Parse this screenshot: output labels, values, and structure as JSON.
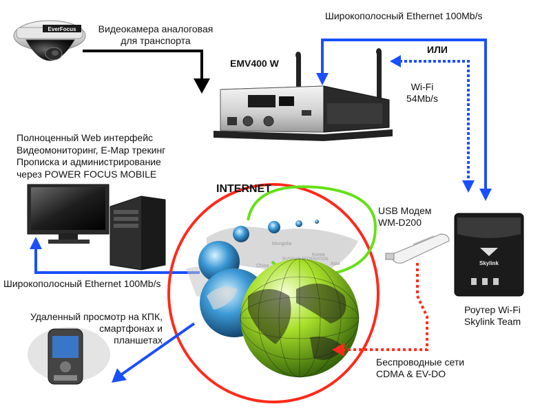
{
  "camera": {
    "brand": "EverFocus",
    "label_lines": [
      "Видеокамера аналоговая",
      "для транспорта"
    ]
  },
  "dvr": {
    "model": "EMV400 W"
  },
  "links": {
    "ethernet_top": "Широкополосный Ethernet 100Mb/s",
    "or_label": "ИЛИ",
    "wifi_lines": [
      "Wi-Fi",
      "54Mb/s"
    ],
    "ethernet_bottom": "Широкополосный Ethernet 100Mb/s"
  },
  "pc": {
    "label_lines": [
      "Полноценный Web интерфейс",
      "Видеомониторинг, E-Map  трекинг",
      "Прописка и администрирование",
      "через POWER FOCUS MOBILE"
    ]
  },
  "internet": {
    "label": "INTERNET",
    "map_labels": [
      "Mongolia",
      "RUSSIAN FEDERATION",
      "China",
      "Korea",
      "Asia"
    ]
  },
  "modem": {
    "label_lines": [
      "USB Модем",
      "WM-D200"
    ]
  },
  "router": {
    "brand": "Skylink",
    "label_lines": [
      "Роутер Wi-Fi",
      "Skylink Team"
    ]
  },
  "mobile": {
    "label_lines": [
      "Удаленный просмотр на КПК,",
      "смартфонах и",
      "планшетах"
    ]
  },
  "wireless": {
    "label_lines": [
      "Беспроводные сети",
      "CDMA & EV-DO"
    ]
  },
  "colors": {
    "blue_arrow": "#1a4fff",
    "red_circle": "#ff2a1a",
    "green_loop": "#66e01a",
    "black_arrow": "#000000"
  }
}
